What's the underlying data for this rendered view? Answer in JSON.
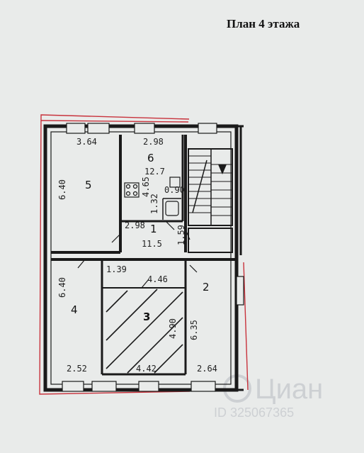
{
  "title": "План 4 этажа",
  "colors": {
    "paper": "#e9ebea",
    "wall": "#1a1a1a",
    "red_outline": "#c8323c",
    "watermark": "#c9ccd0"
  },
  "rooms": [
    {
      "number": "5",
      "width_label": "3.64",
      "length_label": "6.40"
    },
    {
      "number": "6",
      "width_label": "2.98",
      "area_label": "12.7",
      "depth_label": "4.65"
    },
    {
      "number": "1",
      "width_label": "2.98",
      "area_label": "11.5",
      "depth_label": "1.32",
      "extra_label": "0.90"
    },
    {
      "number": "4",
      "length_label": "6.40",
      "width_label": "2.52"
    },
    {
      "number": "3",
      "top_label": "4.46",
      "width_label": "4.42",
      "depth_label": "4.90",
      "step_label": "1.39"
    },
    {
      "number": "2",
      "length_label": "6.35",
      "width_label": "2.64",
      "small_label": "1.59"
    }
  ],
  "watermark": {
    "brand": "Циан",
    "id_text": "ID 325067365"
  }
}
